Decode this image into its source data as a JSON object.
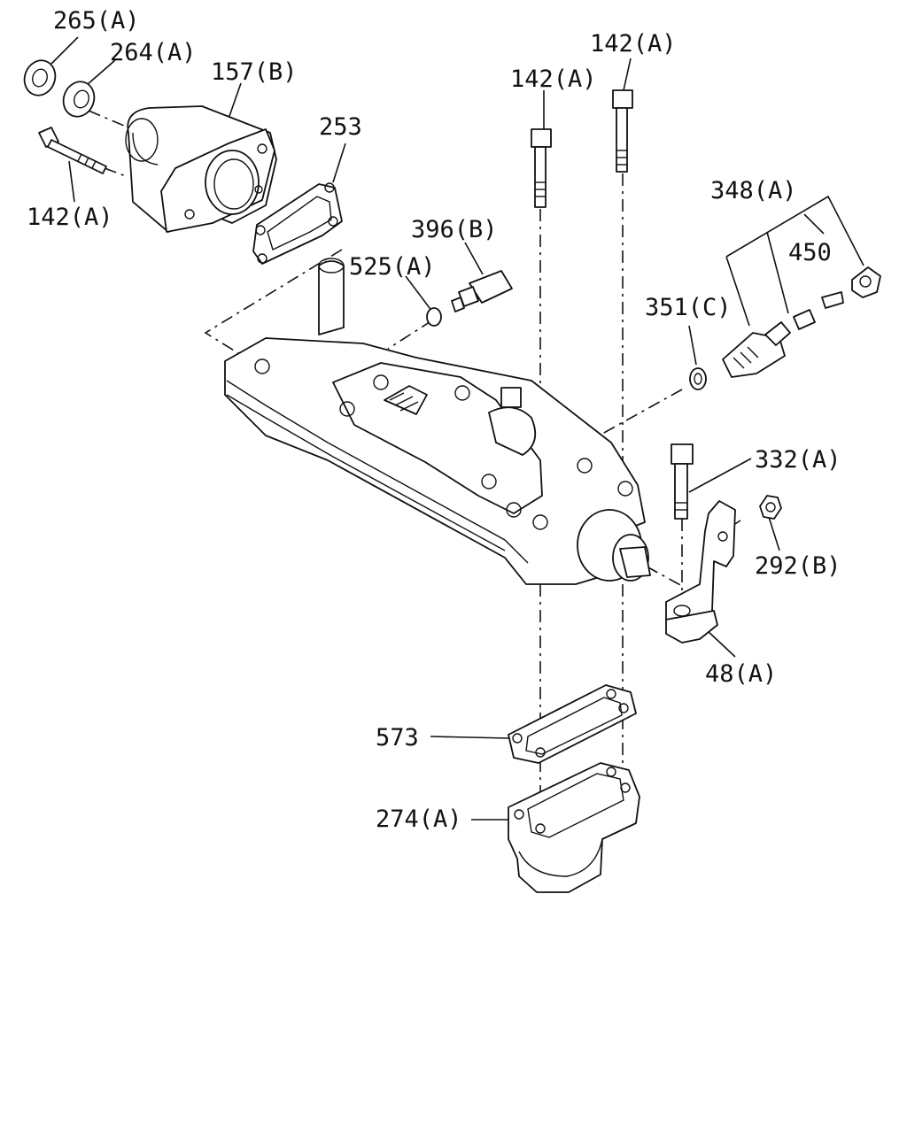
{
  "labels": {
    "p265a": "265(A)",
    "p264a": "264(A)",
    "p157b": "157(B)",
    "p142a_left": "142(A)",
    "p253": "253",
    "p142a_mid": "142(A)",
    "p142a_top": "142(A)",
    "p396b": "396(B)",
    "p525a": "525(A)",
    "p348a": "348(A)",
    "p450": "450",
    "p351c": "351(C)",
    "p332a": "332(A)",
    "p292b": "292(B)",
    "p48a": "48(A)",
    "p573": "573",
    "p274a": "274(A)"
  }
}
